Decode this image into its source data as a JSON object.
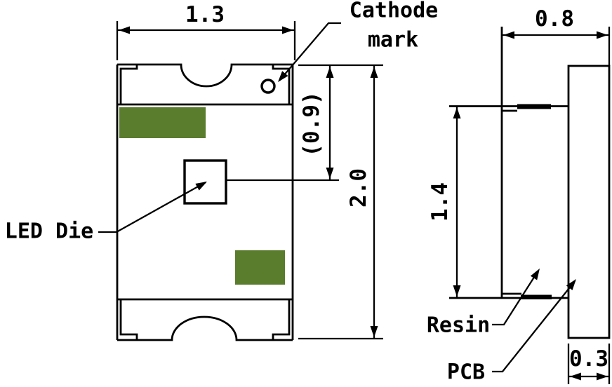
{
  "top_view": {
    "width": "1.3",
    "height": "2.0",
    "die_center_offset": "(0.9)",
    "cathode_label_line1": "Cathode",
    "cathode_label_line2": "mark",
    "led_die_label": "LED Die"
  },
  "side_view": {
    "width": "0.8",
    "resin_height": "1.4",
    "pcb_thickness": "0.3",
    "resin_label": "Resin",
    "pcb_label": "PCB"
  },
  "colors": {
    "line": "#000000",
    "background": "#ffffff",
    "electrode_pad_green": "#5a7c2d"
  }
}
